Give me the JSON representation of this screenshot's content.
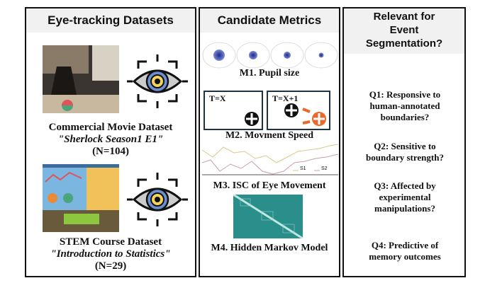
{
  "left": {
    "title": "Eye-tracking Datasets",
    "datasets": [
      {
        "name": "Commercial Movie Dataset",
        "stimulus": "\"Sherlock Season1 E1\"",
        "n": "(N=104)"
      },
      {
        "name": "STEM Course Dataset",
        "stimulus": "\"Introduction to Statistics\"",
        "n": "(N=29)"
      }
    ]
  },
  "middle": {
    "title": "Candidate Metrics",
    "m1": "M1. Pupil size",
    "m2": "M2. Movment Speed",
    "t1": "T=X",
    "t2": "T=X+1",
    "m3": "M3. ISC of Eye Movement",
    "legend": [
      "S1",
      "S2"
    ],
    "m4": "M4. Hidden Markov Model"
  },
  "right": {
    "title_lines": [
      "Relevant for",
      "Event",
      "Segmentation?"
    ],
    "questions": [
      [
        "Q1: Responsive to",
        "human-annotated",
        "boundaries?"
      ],
      [
        "Q2: Sensitive to",
        "boundary strength?"
      ],
      [
        "Q3: Affected by",
        "experimental",
        "manipulations?"
      ],
      [
        "Q4: Predictive of",
        "memory outcomes"
      ]
    ]
  },
  "colors": {
    "pupil": "#3b4fa8",
    "orange": "#e8692a",
    "s1": "#d9c98a",
    "s2": "#c9a0a8",
    "matrix": "#2a8f8a"
  }
}
